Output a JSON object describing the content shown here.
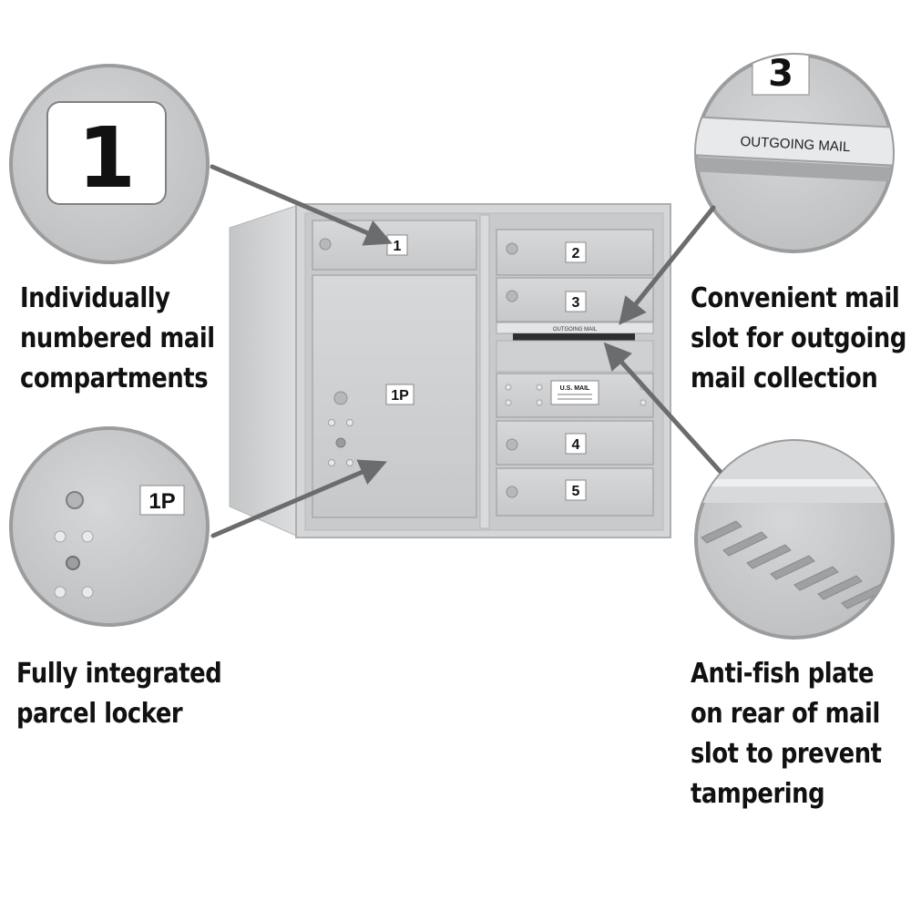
{
  "colors": {
    "metal": "#cfd0d2",
    "metal_dark": "#a9abae",
    "metal_light": "#e6e7e8",
    "circle_border": "#9b9c9e",
    "arrow": "#6b6c6e",
    "text": "#111111"
  },
  "mailbox": {
    "doors": [
      {
        "label": "1"
      },
      {
        "label": "2"
      },
      {
        "label": "3"
      },
      {
        "label": "4"
      },
      {
        "label": "5"
      }
    ],
    "parcel_label": "1P",
    "outgoing_label": "OUTGOING MAIL",
    "usmail_label": "U.S. MAIL"
  },
  "callouts": {
    "numbered": {
      "zoom_label": "1",
      "lines": [
        "Individually",
        "numbered mail",
        "compartments"
      ]
    },
    "parcel": {
      "zoom_label": "1P",
      "lines": [
        "Fully integrated",
        "parcel locker"
      ]
    },
    "outgoing": {
      "zoom_number": "3",
      "zoom_label": "OUTGOING MAIL",
      "lines": [
        "Convenient mail",
        "slot for outgoing",
        "mail collection"
      ]
    },
    "antifish": {
      "lines": [
        "Anti-fish plate",
        "on rear of mail",
        "slot to prevent",
        "tampering"
      ]
    }
  }
}
